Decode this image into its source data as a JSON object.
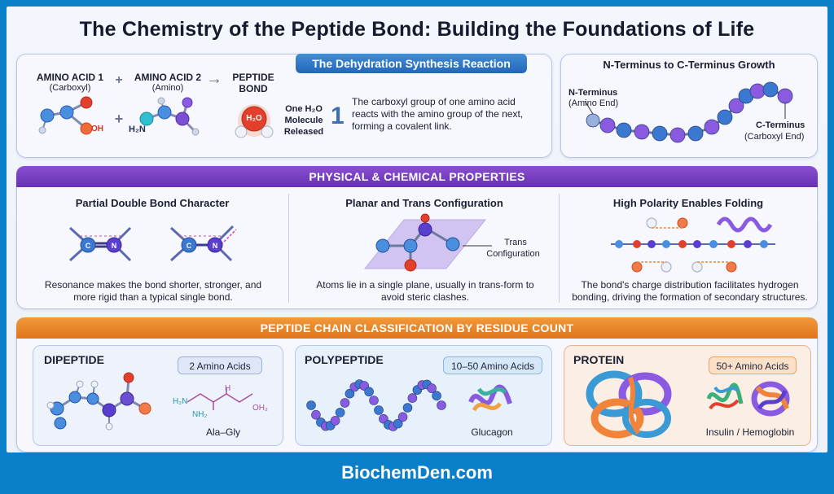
{
  "title": "The Chemistry of the Peptide Bond: Building the Foundations of Life",
  "dehydration": {
    "heading": "The Dehydration Synthesis Reaction",
    "aa1_title": "AMINO ACID 1",
    "aa1_sub": "(Carboxyl)",
    "aa2_title": "AMINO ACID 2",
    "aa2_sub": "(Amino)",
    "plus": "+",
    "arrow": "→",
    "bond_line1": "PEPTIDE",
    "bond_line2": "BOND",
    "oh_label": "OH",
    "h2n_label": "H₂N",
    "water_label": "H₂O",
    "released_line1": "One H₂O",
    "released_line2": "Molecule",
    "released_line3": "Released",
    "step_number": "1",
    "description": "The carboxyl group of one amino acid reacts with the amino group of the next, forming a covalent link."
  },
  "growth": {
    "heading": "N-Terminus to C-Terminus Growth",
    "n_title": "N-Terminus",
    "n_sub": "(Amino End)",
    "c_title": "C-Terminus",
    "c_sub": "(Carboxyl End)"
  },
  "properties": {
    "heading": "PHYSICAL & CHEMICAL PROPERTIES",
    "items": [
      {
        "title": "Partial Double Bond Character",
        "text": "Resonance makes the bond shorter, stronger, and more rigid than a typical single bond."
      },
      {
        "title": "Planar and Trans Configuration",
        "text": "Atoms lie in a single plane, usually in trans-form to avoid steric clashes.",
        "callout_line1": "Trans",
        "callout_line2": "Configuration"
      },
      {
        "title": "High Polarity Enables Folding",
        "text": "The bond's charge distribution facilitates hydrogen bonding, driving the formation of secondary structures."
      }
    ]
  },
  "classification": {
    "heading": "PEPTIDE CHAIN CLASSIFICATION BY RESIDUE COUNT",
    "cards": [
      {
        "title": "DIPEPTIDE",
        "badge": "2 Amino Acids",
        "example": "Ala–Gly",
        "formula_nh2_a": "H₂N",
        "formula_nh2_b": "NH₂",
        "formula_h": "H",
        "formula_oh2": "OH₂"
      },
      {
        "title": "POLYPEPTIDE",
        "badge": "10–50 Amino Acids",
        "example": "Glucagon"
      },
      {
        "title": "PROTEIN",
        "badge": "50+ Amino Acids",
        "example": "Insulin / Hemoglobin"
      }
    ]
  },
  "footer": "BiochemDen.com",
  "colors": {
    "frame": "#0a7fc9",
    "blue_ribbon": "#2f78c9",
    "purple_band": "#7540c2",
    "orange_band": "#e8822a",
    "oxygen": "#e2402c",
    "nitrogen": "#5a3fcf",
    "carbon": "#3b78d0"
  }
}
